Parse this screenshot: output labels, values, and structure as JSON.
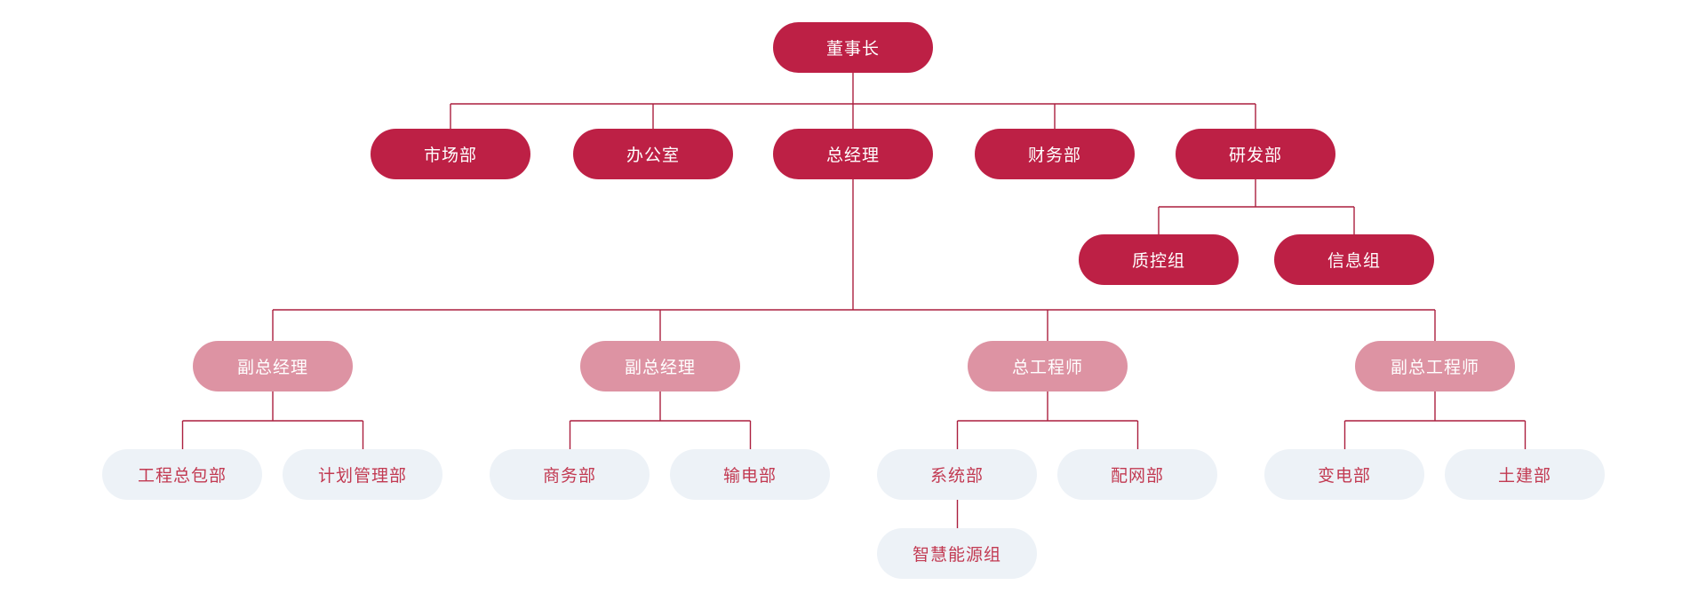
{
  "colors": {
    "dark_node": "#BD2045",
    "pink_node": "#DD93A3",
    "light_node": "#EDF2F7",
    "light_node_text": "#C23A52",
    "node_text": "#FFFFFF",
    "connector": "#AB1F3F",
    "background": "#FFFFFF"
  },
  "nodes": {
    "chairman": {
      "label": "董事长",
      "tier": "dark"
    },
    "marketing": {
      "label": "市场部",
      "tier": "dark"
    },
    "office": {
      "label": "办公室",
      "tier": "dark"
    },
    "general_manager": {
      "label": "总经理",
      "tier": "dark"
    },
    "finance": {
      "label": "财务部",
      "tier": "dark"
    },
    "rnd": {
      "label": "研发部",
      "tier": "dark"
    },
    "qc_group": {
      "label": "质控组",
      "tier": "dark"
    },
    "info_group": {
      "label": "信息组",
      "tier": "dark"
    },
    "deputy_gm_1": {
      "label": "副总经理",
      "tier": "pink"
    },
    "deputy_gm_2": {
      "label": "副总经理",
      "tier": "pink"
    },
    "chief_engineer": {
      "label": "总工程师",
      "tier": "pink"
    },
    "deputy_chief_engineer": {
      "label": "副总工程师",
      "tier": "pink"
    },
    "epc_dept": {
      "label": "工程总包部",
      "tier": "light"
    },
    "planning_dept": {
      "label": "计划管理部",
      "tier": "light"
    },
    "commerce_dept": {
      "label": "商务部",
      "tier": "light"
    },
    "transmission_dept": {
      "label": "输电部",
      "tier": "light"
    },
    "system_dept": {
      "label": "系统部",
      "tier": "light"
    },
    "distribution_dept": {
      "label": "配网部",
      "tier": "light"
    },
    "substation_dept": {
      "label": "变电部",
      "tier": "light"
    },
    "civil_dept": {
      "label": "土建部",
      "tier": "light"
    },
    "smart_energy_group": {
      "label": "智慧能源组",
      "tier": "light"
    }
  },
  "hierarchy": {
    "chairman": [
      "marketing",
      "office",
      "general_manager",
      "finance",
      "rnd"
    ],
    "rnd": [
      "qc_group",
      "info_group"
    ],
    "general_manager": [
      "deputy_gm_1",
      "deputy_gm_2",
      "chief_engineer",
      "deputy_chief_engineer"
    ],
    "deputy_gm_1": [
      "epc_dept",
      "planning_dept"
    ],
    "deputy_gm_2": [
      "commerce_dept",
      "transmission_dept"
    ],
    "chief_engineer": [
      "system_dept",
      "distribution_dept"
    ],
    "deputy_chief_engineer": [
      "substation_dept",
      "civil_dept"
    ],
    "system_dept": [
      "smart_energy_group"
    ]
  }
}
